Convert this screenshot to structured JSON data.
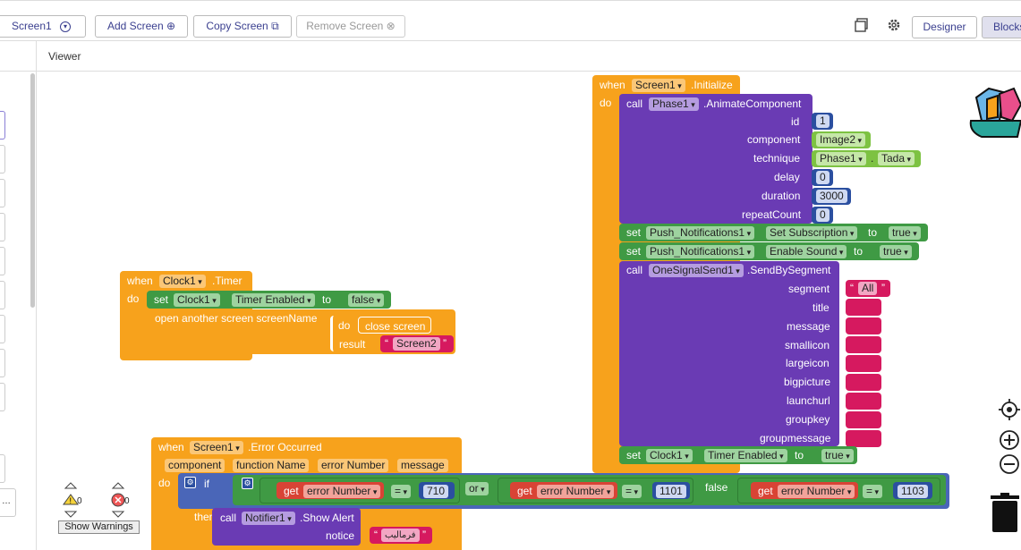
{
  "toolbar": {
    "screen_select": "Screen1",
    "add_screen": "Add Screen",
    "copy_screen": "Copy Screen",
    "remove_screen": "Remove Screen",
    "designer": "Designer",
    "blocks": "Blocks"
  },
  "viewer": {
    "label": "Viewer"
  },
  "blocks": {
    "init": {
      "when": "when",
      "component": "Screen1",
      "event": ".Initialize",
      "do": "do",
      "call": "call",
      "animate_component": "Phase1",
      "animate_method": ".AnimateComponent",
      "params": [
        "id",
        "component",
        "technique",
        "delay",
        "duration",
        "repeatCount"
      ],
      "id_val": "1",
      "component_val": "Image2",
      "technique_comp": "Phase1",
      "technique_val": "Tada",
      "delay_val": "0",
      "duration_val": "3000",
      "repeat_val": "0",
      "set": "set",
      "to": "to",
      "push1_comp": "Push_Notifications1",
      "push1_prop": "Set Subscription",
      "push1_val": "true",
      "push2_comp": "Push_Notifications1",
      "push2_prop": "Enable Sound",
      "push2_val": "true",
      "onesignal_comp": "OneSignalSend1",
      "onesignal_method": ".SendBySegment",
      "segment_params": [
        "segment",
        "title",
        "message",
        "smallicon",
        "largeicon",
        "bigpicture",
        "launchurl",
        "groupkey",
        "groupmessage"
      ],
      "segment_val": "All",
      "clock_comp": "Clock1",
      "clock_prop": "Timer Enabled",
      "clock_val": "true"
    },
    "timer": {
      "when": "when",
      "component": "Clock1",
      "event": ".Timer",
      "do": "do",
      "set": "set",
      "set_comp": "Clock1",
      "set_prop": "Timer Enabled",
      "to": "to",
      "set_val": "false",
      "open_screen": "open another screen  screenName",
      "do2": "do",
      "close_screen": "close screen",
      "result": "result",
      "screen_name": "Screen2"
    },
    "error": {
      "when": "when",
      "component": "Screen1",
      "event": ".Error Occurred",
      "params": [
        "component",
        "function Name",
        "error Number",
        "message"
      ],
      "do": "do",
      "if": "if",
      "get": "get",
      "error_number": "error Number",
      "eq": "=",
      "v1": "710",
      "or": "or",
      "v2": "1101",
      "false": "false",
      "v3": "1103",
      "then": "then",
      "call": "call",
      "notifier": "Notifier1",
      "show_alert": ".Show Alert",
      "notice": "notice",
      "notice_val": "فرمالیب"
    }
  },
  "warnings": {
    "warn_count": "0",
    "error_count": "0",
    "show_warnings": "Show Warnings"
  },
  "colors": {
    "event": "#f7a21c",
    "component_method": "#6a3bb4",
    "setter": "#3f9a44",
    "text": "#d6195f",
    "number": "#2b4fa0",
    "getter": "#d94335"
  }
}
